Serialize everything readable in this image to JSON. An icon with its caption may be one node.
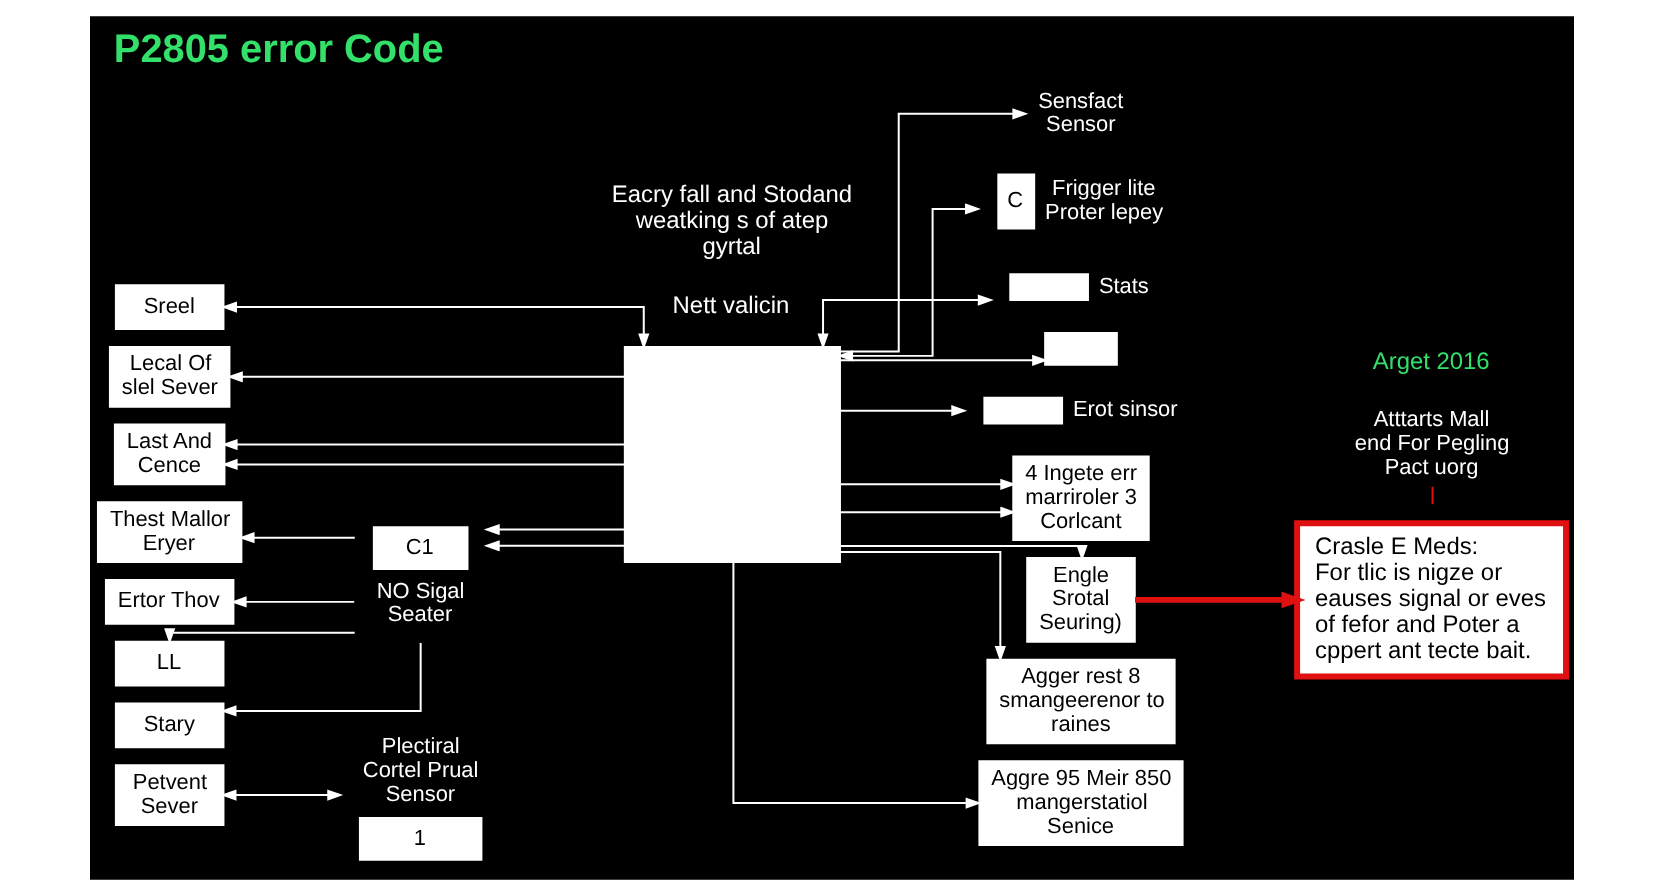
{
  "diagram": {
    "title": "P2805 error Code",
    "nodes": [
      {
        "text": [
          "Petvent Sever"
        ]
      },
      {
        "text": [
          "1"
        ],
        "beside": [
          "Plectiral Cortel Prual Sensor"
        ]
      },
      {
        "text": [
          "Sreel"
        ]
      },
      {
        "text": [
          "Lecal Of slel Sever"
        ]
      },
      {
        "text": [
          "Last And Cence"
        ]
      },
      {
        "text": [
          "Thest Mallor Eryer"
        ]
      },
      {
        "text": [
          "Ertor Thov"
        ]
      },
      {
        "text": [
          "LL"
        ]
      },
      {
        "text": [
          "Stary"
        ]
      },
      {
        "text": [
          "C1"
        ],
        "beside": [
          "NO Sigal Seater"
        ]
      },
      {
        "text": [],
        "shape": "box"
      },
      {
        "text": [
          "Sensfact Sensor"
        ]
      },
      {
        "text": [
          "C"
        ],
        "beside": [
          "Frigger lite Proter lepey"
        ]
      },
      {
        "text": [],
        "shape": "box",
        "beside": [
          "Stats"
        ]
      },
      {
        "text": [],
        "shape": "box"
      },
      {
        "text": [],
        "shape": "box",
        "beside": [
          "Erot sinsor"
        ]
      },
      {
        "text": [
          "4 Ingete err marriroler 3 Corlcant"
        ]
      },
      {
        "text": [
          "Engle Srotal Seuring)"
        ]
      },
      {
        "text": [
          "Crasle E Meds:",
          "For tlic is nigze or eauses signal or eves of fefor and Poter a cppert ant tecte bait."
        ]
      },
      {
        "text": [
          "Agger rest 8 smangeerenor to raines"
        ]
      },
      {
        "text": [
          "Aggre 95 Meir 850 mangerstatiol Senice"
        ]
      },
      {
        "text": [
          "Atttarts Mall end For Pegling Pact uorg"
        ]
      }
    ],
    "edges": [
      {
        "from": 0,
        "to": 1,
        "arrow": "both"
      },
      {
        "from": 10,
        "to": 2,
        "arrow": "both"
      },
      {
        "from": 10,
        "to": 3,
        "arrow": "to"
      },
      {
        "from": 10,
        "to": 4,
        "arrow": "to"
      },
      {
        "from": 10,
        "to": 4,
        "arrow": "to"
      },
      {
        "from": 9,
        "to": 5,
        "arrow": "to"
      },
      {
        "from": 9,
        "to": 6,
        "arrow": "to"
      },
      {
        "from": 9,
        "to": 7,
        "arrow": "to"
      },
      {
        "from": 9,
        "to": 8,
        "arrow": "to"
      },
      {
        "from": 10,
        "to": 11,
        "arrow": "to"
      },
      {
        "from": 10,
        "to": 12,
        "arrow": "both"
      },
      {
        "from": 10,
        "to": 13,
        "arrow": "both"
      },
      {
        "from": 10,
        "to": 14,
        "arrow": "to"
      },
      {
        "from": 10,
        "to": 15,
        "arrow": "to"
      },
      {
        "from": 10,
        "to": 16,
        "arrow": "to"
      },
      {
        "from": 10,
        "to": 16,
        "arrow": "to"
      },
      {
        "from": 10,
        "to": 17,
        "arrow": "to"
      },
      {
        "from": 17,
        "to": 18,
        "arrow": "to",
        "style": "thick",
        "color": "#e01010"
      },
      {
        "from": 10,
        "to": 19,
        "arrow": "to"
      },
      {
        "from": 10,
        "to": 9,
        "arrow": "to"
      },
      {
        "from": 10,
        "to": 9,
        "arrow": "to"
      },
      {
        "from": 10,
        "to": 20,
        "arrow": "to"
      },
      {
        "from": 21,
        "to": null,
        "arrow": "none",
        "color": "#e01010"
      }
    ],
    "labels": [
      "Nett valicin",
      "Eacry fall and Stodand weatking s of atep gyrtal",
      "Arget 2016"
    ]
  }
}
